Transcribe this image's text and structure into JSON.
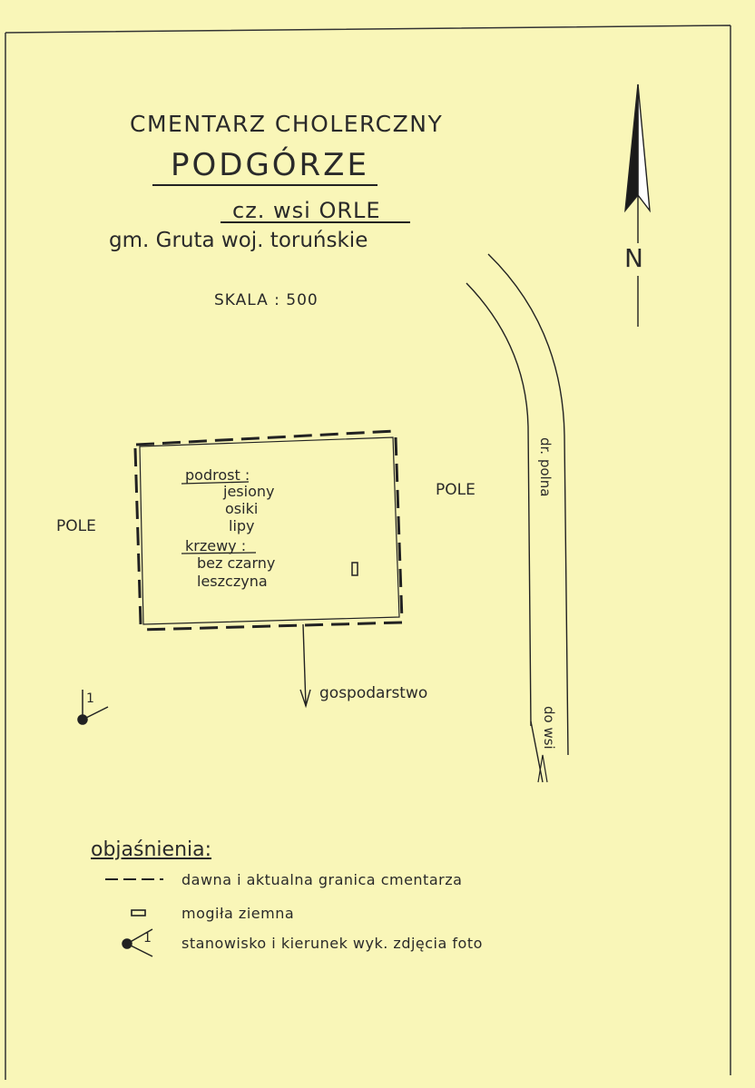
{
  "header": {
    "title": "CMENTARZ CHOLERCZNY",
    "name": "PODGÓRZE",
    "village": "cz. wsi ORLE",
    "municipality": "gm. Gruta  woj. toruńskie",
    "scale": "SKALA : 500"
  },
  "map": {
    "field_left": "POLE",
    "field_right": "POLE",
    "road_upper": "dr. polna",
    "road_lower": "do wsi",
    "farm": "gospodarstwo",
    "north": "N",
    "photo_number": "1",
    "vegetation": {
      "undergrowth_label": "podrost :",
      "trees": [
        "jesiony",
        "osiki",
        "lipy"
      ],
      "shrubs_label": "krzewy :",
      "shrubs": [
        "bez czarny",
        "leszczyna"
      ]
    }
  },
  "legend": {
    "title": "objaśnienia:",
    "items": [
      {
        "symbol": "dashed-line",
        "text": "dawna i aktualna granica cmentarza"
      },
      {
        "symbol": "rectangle",
        "text": "mogiła ziemna"
      },
      {
        "symbol": "photo-arrow",
        "number": "1",
        "text": "stanowisko i kierunek wyk. zdjęcia foto"
      }
    ]
  },
  "colors": {
    "paper": "#f9f6b8",
    "ink": "#2a2a2a"
  }
}
